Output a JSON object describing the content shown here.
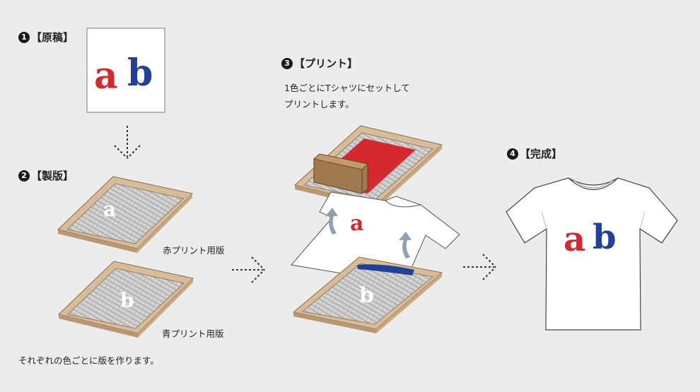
{
  "steps": [
    {
      "number": "1",
      "title": "【原稿】"
    },
    {
      "number": "2",
      "title": "【製版】"
    },
    {
      "number": "3",
      "title": "【プリント】"
    },
    {
      "number": "4",
      "title": "【完成】"
    }
  ],
  "print_note": [
    "1色ごとにTシャツにセットして",
    "プリントします。"
  ],
  "plate_labels": {
    "red": "赤プリント用版",
    "blue": "青プリント用版"
  },
  "plate_note": "それぞれの色ごとに版を作ります。",
  "artwork": {
    "letter_a": "a",
    "letter_b": "b"
  },
  "colors": {
    "red": "#d42a2f",
    "blue": "#21409a",
    "frame": "#d7bc99",
    "frame_edge": "#8a6a48",
    "squeegee": "#a0794e"
  }
}
